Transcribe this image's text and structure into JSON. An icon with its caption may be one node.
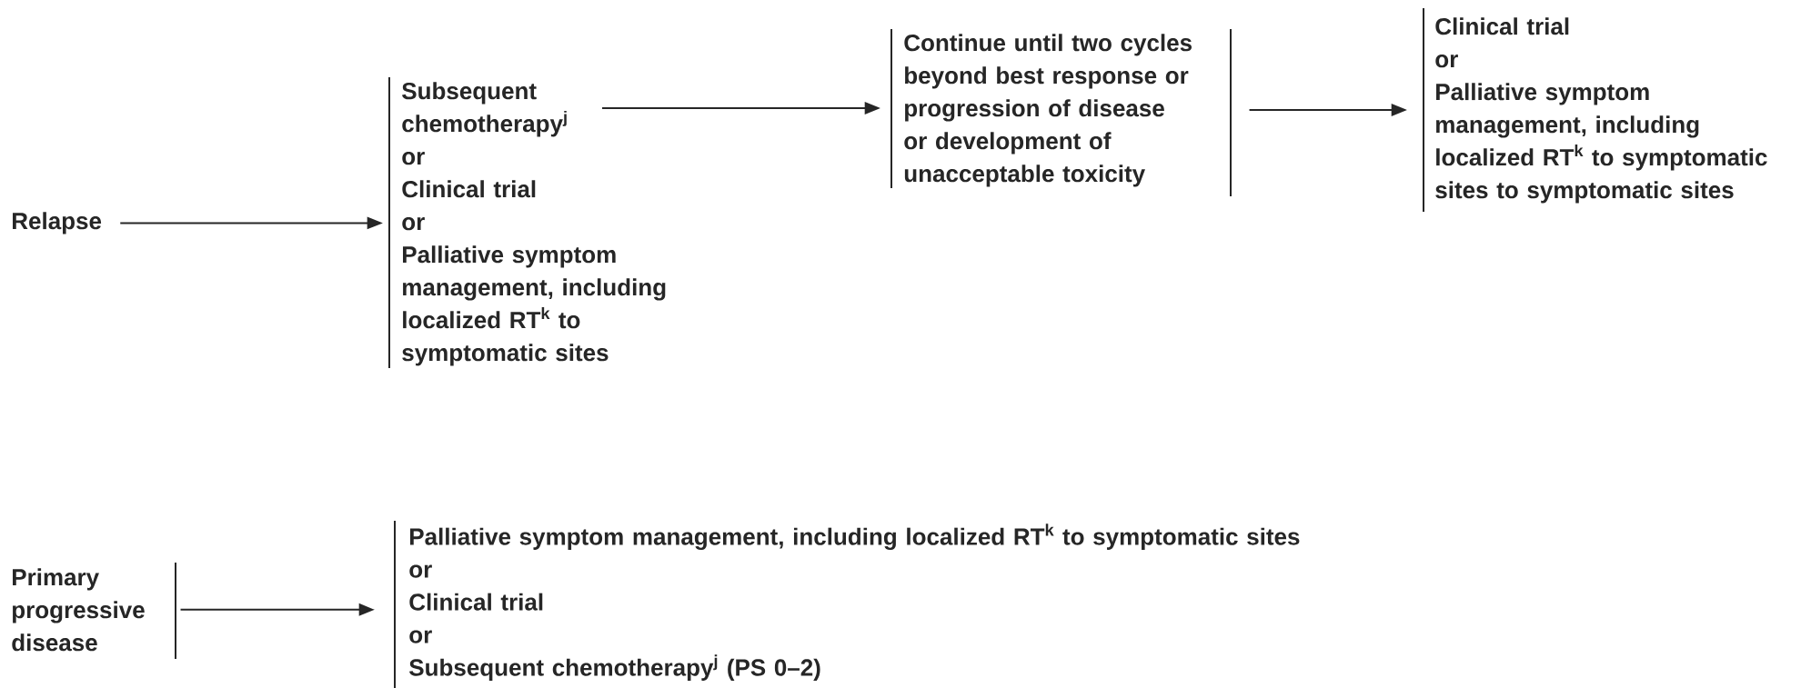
{
  "diagram": {
    "nodes": [
      {
        "text": [
          "Relapse"
        ]
      },
      {
        "text": [
          "Subsequent chemotherapy$^{j}$",
          "or",
          "Clinical trial",
          "or",
          "Palliative symptom management, including localized RT$^{k}$ to symptomatic sites"
        ]
      },
      {
        "text": [
          "Continue until two cycles beyond best response or progression of disease or development of unacceptable toxicity"
        ]
      },
      {
        "text": [
          "Clinical trial",
          "or",
          "Palliative symptom management, including localized RT$^{k}$ to symptomatic sites to symptomatic sites"
        ]
      },
      {
        "text": [
          "Primary progressive disease"
        ]
      },
      {
        "text": [
          "Palliative symptom management, including localized RT$^{k}$ to symptomatic sites",
          "or",
          "Clinical trial",
          "or",
          "Subsequent chemotherapy$^{j}$ (PS 0–2)"
        ]
      }
    ],
    "edges": [
      {
        "from": 0,
        "to": 1,
        "arrow": "to"
      },
      {
        "from": 1,
        "to": 2,
        "arrow": "to"
      },
      {
        "from": 2,
        "to": 3,
        "arrow": "to"
      },
      {
        "from": 4,
        "to": 5,
        "arrow": "to"
      }
    ]
  }
}
